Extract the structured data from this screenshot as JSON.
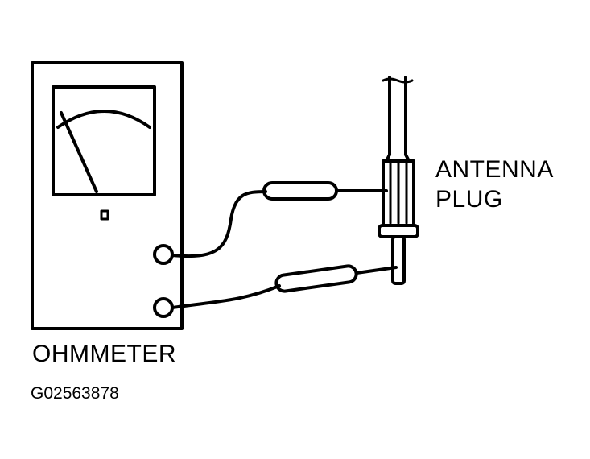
{
  "diagram": {
    "meter_label": "OHMMETER",
    "plug_label_line1": "ANTENNA",
    "plug_label_line2": "PLUG",
    "figure_code": "G02563878",
    "line_color": "#000000",
    "background": "#ffffff"
  }
}
